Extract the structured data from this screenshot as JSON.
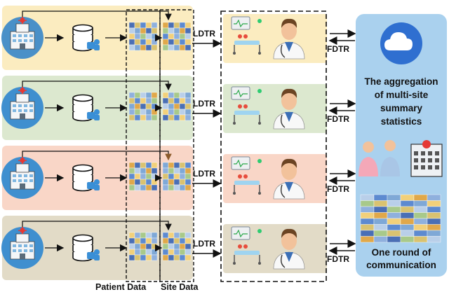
{
  "sites": [
    {
      "id": "site-1",
      "ldtr": "LDTR",
      "fdtr": "FDTR",
      "bg": "#fbecc0",
      "icon_color": "#4a90c8"
    },
    {
      "id": "site-2",
      "ldtr": "LDTR",
      "fdtr": "FDTR",
      "bg": "#dce8cf",
      "icon_color": "#3f8fcf"
    },
    {
      "id": "site-3",
      "ldtr": "LDTR",
      "fdtr": "FDTR",
      "bg": "#f9d6c7",
      "icon_color": "#3f8fcf"
    },
    {
      "id": "site-4",
      "ldtr": "LDTR",
      "fdtr": "FDTR",
      "bg": "#e2dbc7",
      "icon_color": "#3f8fcf"
    }
  ],
  "labels": {
    "patient_data": "Patient Data",
    "site_data": "Site Data"
  },
  "central": {
    "bg": "#aad1ee",
    "aggregation_lines": [
      "The aggregation",
      "of multi-site",
      "summary",
      "statistics"
    ],
    "communication_lines": [
      "One round of",
      "communication"
    ]
  },
  "colors": {
    "grid": [
      "#4a6fb5",
      "#5d8ad0",
      "#8fb0dd",
      "#b9cfe9",
      "#e0a84a",
      "#d9c270",
      "#f2d07a",
      "#a8c98a",
      "#7fa8d6"
    ]
  }
}
